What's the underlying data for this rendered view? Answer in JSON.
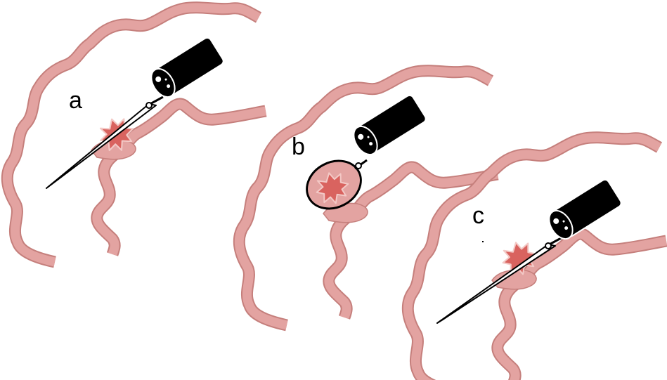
{
  "labels": {
    "a": "a",
    "b": "b",
    "c": "c"
  },
  "colors": {
    "tissue_fill": "#E3A3A1",
    "tissue_stroke": "#C57F7C",
    "lesion_fill": "#D9635F",
    "lesion_stroke": "#F3C9C6",
    "instrument": "#000000",
    "instrument_outline": "#FFFFFF"
  },
  "icons": {
    "endoscope": "endoscope-icon",
    "needle": "needle-icon",
    "lesion": "lesion-icon",
    "snare": "snare-loop-icon"
  }
}
